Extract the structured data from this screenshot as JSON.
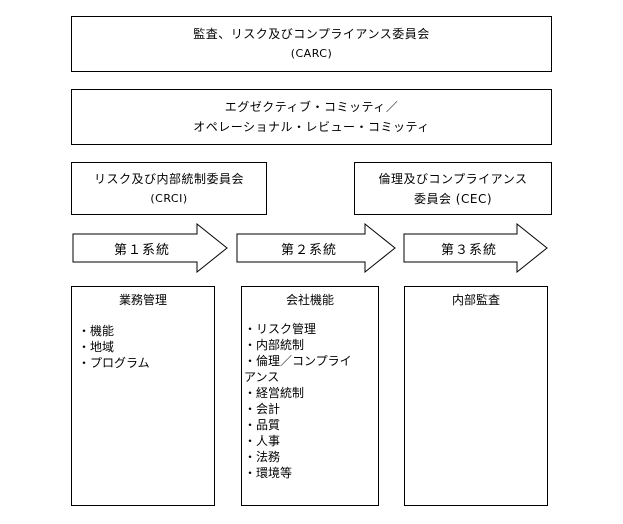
{
  "carc": {
    "line1": "監査、リスク及びコンプライアンス委員会",
    "line2": "(CARC)"
  },
  "exec": {
    "line1": "エグゼクティブ・コミッティ／",
    "line2": "オペレーショナル・レビュー・コミッティ"
  },
  "crci": {
    "line1": "リスク及び内部統制委員会",
    "line2": "(CRCI)"
  },
  "cec": {
    "line1": "倫理及びコンプライアンス",
    "line2": "委員会 (CEC)"
  },
  "arrows": [
    {
      "label": "第１系統"
    },
    {
      "label": "第２系統"
    },
    {
      "label": "第３系統"
    }
  ],
  "columns": [
    {
      "title": "業務管理",
      "items": [
        "・機能",
        "・地域",
        "・プログラム"
      ]
    },
    {
      "title": "会社機能",
      "items": [
        "・リスク管理",
        "・内部統制",
        "・倫理／コンプライ",
        "アンス",
        "・経営統制",
        "・会計",
        "・品質",
        "・人事",
        "・法務",
        "・環境等"
      ]
    },
    {
      "title": "内部監査",
      "items": []
    }
  ]
}
